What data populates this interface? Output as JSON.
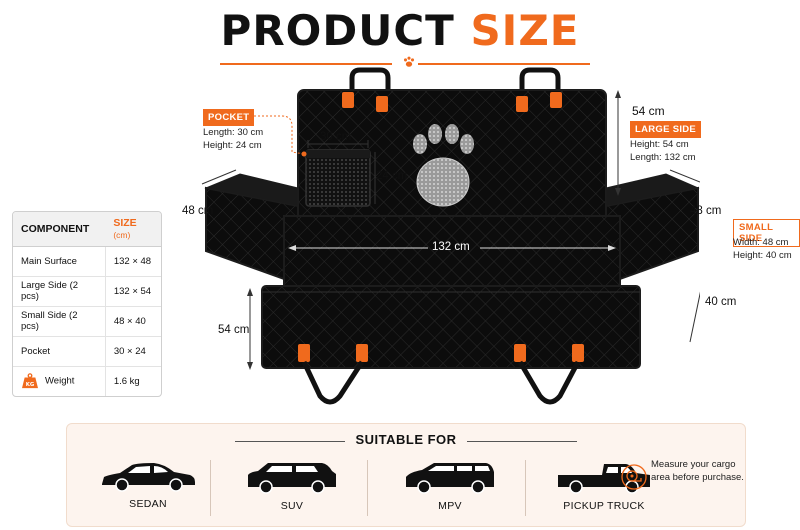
{
  "title": {
    "part1": "PRODUCT",
    "part2": "SIZE"
  },
  "pocket": {
    "badge": "POCKET",
    "length": "Length:  30 cm",
    "height": "Height:  24 cm",
    "width_label": "30 cm",
    "height_label": "24 cm"
  },
  "large_side": {
    "dim": "54 cm",
    "badge": "LARGE SIDE",
    "height": "Height:  54 cm",
    "length": "Length:  132 cm"
  },
  "small_side": {
    "badge": "SMALL SIDE",
    "width": "Width:   48 cm",
    "height": "Height:  40 cm"
  },
  "dims": {
    "left_48": "48 cm",
    "right_48": "48 cm",
    "main_132": "132 cm",
    "right_40": "40 cm",
    "left_54": "54 cm"
  },
  "table": {
    "header_component": "COMPONENT",
    "header_size": "SIZE",
    "header_unit": "(cm)",
    "rows": [
      {
        "component": "Main Surface",
        "size": "132 × 48"
      },
      {
        "component": "Large Side (2 pcs)",
        "size": "132 × 54"
      },
      {
        "component": "Small Side (2 pcs)",
        "size": "48 × 40"
      },
      {
        "component": "Pocket",
        "size": "30 × 24"
      },
      {
        "component": "Weight",
        "size": "1.6 kg"
      }
    ],
    "kg_icon_text": "KG"
  },
  "suitable": {
    "title": "SUITABLE FOR",
    "vehicles": [
      "SEDAN",
      "SUV",
      "MPV",
      "PICKUP TRUCK"
    ],
    "note": "Measure your cargo area before purchase."
  },
  "colors": {
    "accent": "#f06a1d",
    "mat": "#0c0c0c"
  }
}
